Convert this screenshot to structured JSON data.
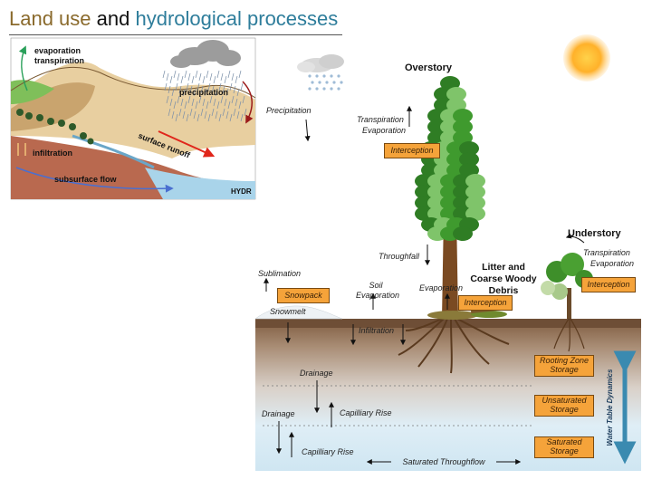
{
  "title": {
    "part1": "Land use",
    "part2": "and",
    "part3": "hydrological processes"
  },
  "inset": {
    "evaporation": "evaporation",
    "transpiration": "transpiration",
    "precipitation": "precipitation",
    "surface_runoff": "surface runoff",
    "infiltration": "infiltration",
    "subsurface_flow": "subsurface flow",
    "cut_label": "HYDR"
  },
  "main": {
    "overstory": "Overstory",
    "understory": "Understory",
    "precipitation": "Precipitation",
    "transpiration_evaporation": [
      "Transpiration",
      "Evaporation"
    ],
    "understory_transpiration_evaporation": [
      "Transpiration",
      "Evaporation"
    ],
    "throughfall": "Throughfall",
    "litter": [
      "Litter and",
      "Coarse Woody",
      "Debris"
    ],
    "sublimation": "Sublimation",
    "soil_evaporation": [
      "Soil",
      "Evaporation"
    ],
    "evaporation": "Evaporation",
    "snowmelt": "Snowmelt",
    "infiltration": "Infiltration",
    "drainage_1": "Drainage",
    "drainage_2": "Drainage",
    "capillary_rise_1": "Capilliary Rise",
    "capillary_rise_2": "Capilliary Rise",
    "saturated_throughflow": "Saturated Throughflow",
    "water_table_dynamics": "Water Table Dynamics"
  },
  "boxes": {
    "interception_overstory": "Interception",
    "snowpack": "Snowpack",
    "interception_litter": "Interception",
    "interception_understory": "Interception",
    "rooting_zone_storage": [
      "Rooting Zone",
      "Storage"
    ],
    "unsaturated_storage": [
      "Unsaturated",
      "Storage"
    ],
    "saturated_storage": [
      "Saturated",
      "Storage"
    ]
  },
  "colors": {
    "accent_brown": "#8a6a2c",
    "accent_teal": "#2e7d9b",
    "box_orange": "#f5a33a",
    "foliage_green": "#3f9a2e",
    "soil_brown": "#8b6a4e"
  }
}
